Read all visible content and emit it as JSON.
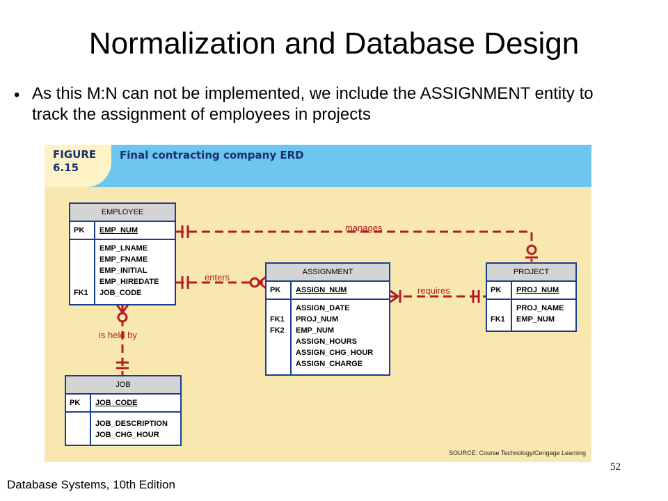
{
  "slide": {
    "title": "Normalization and Database Design",
    "bullet": "As this M:N can not be implemented, we include the ASSIGNMENT entity to track the assignment of employees in projects",
    "footer": "Database Systems, 10th Edition",
    "page_number": "52"
  },
  "figure": {
    "label": "FIGURE\n6.15",
    "title": "Final contracting company ERD",
    "source": "SOURCE: Course Technology/Cengage Learning",
    "colors": {
      "header": "#6cc6ef",
      "background": "#f8e8b0",
      "entity_border": "#1b3d8f",
      "relationship": "#b01c22",
      "title_text": "#1a2f6e"
    }
  },
  "entities": {
    "employee": {
      "name": "EMPLOYEE",
      "pk_key": "PK",
      "pk": "EMP_NUM",
      "keys": [
        "",
        "",
        "",
        "",
        "FK1"
      ],
      "attributes": [
        "EMP_LNAME",
        "EMP_FNAME",
        "EMP_INITIAL",
        "EMP_HIREDATE",
        "JOB_CODE"
      ]
    },
    "assignment": {
      "name": "ASSIGNMENT",
      "pk_key": "PK",
      "pk": "ASSIGN_NUM",
      "keys": [
        "",
        "FK1",
        "FK2",
        "",
        "",
        ""
      ],
      "attributes": [
        "ASSIGN_DATE",
        "PROJ_NUM",
        "EMP_NUM",
        "ASSIGN_HOURS",
        "ASSIGN_CHG_HOUR",
        "ASSIGN_CHARGE"
      ]
    },
    "project": {
      "name": "PROJECT",
      "pk_key": "PK",
      "pk": "PROJ_NUM",
      "keys": [
        "",
        "FK1"
      ],
      "attributes": [
        "PROJ_NAME",
        "EMP_NUM"
      ]
    },
    "job": {
      "name": "JOB",
      "pk_key": "PK",
      "pk": "JOB_CODE",
      "keys": [
        "",
        ""
      ],
      "attributes": [
        "JOB_DESCRIPTION",
        "JOB_CHG_HOUR"
      ]
    }
  },
  "relationships": {
    "manages": "manages",
    "enters": "enters",
    "requires": "requires",
    "is_held_by": "is held by"
  }
}
